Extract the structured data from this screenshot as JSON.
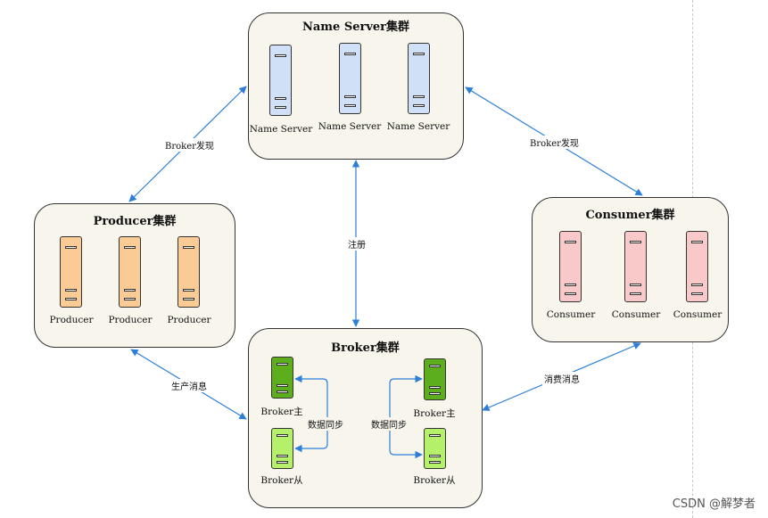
{
  "clusters": {
    "nameserver": {
      "title": "Name Server集群",
      "node_label": "Name Server"
    },
    "producer": {
      "title": "Producer集群",
      "node_label": "Producer"
    },
    "consumer": {
      "title": "Consumer集群",
      "node_label": "Consumer"
    },
    "broker": {
      "title": "Broker集群",
      "master_label": "Broker主",
      "slave_label": "Broker从"
    }
  },
  "edges": {
    "broker_discovery": "Broker发现",
    "register": "注册",
    "produce_message": "生产消息",
    "consume_message": "消费消息",
    "data_sync": "数据同步"
  },
  "colors": {
    "nameserver_fill": "#cfe0f7",
    "producer_fill": "#fbcb96",
    "consumer_fill": "#f9c8c8",
    "broker_master_fill": "#5cae1c",
    "broker_slave_fill": "#b4f06a",
    "arrow": "#2b7fd8",
    "cluster_bg": "#f8f5ec"
  },
  "watermark": "CSDN @解梦者"
}
